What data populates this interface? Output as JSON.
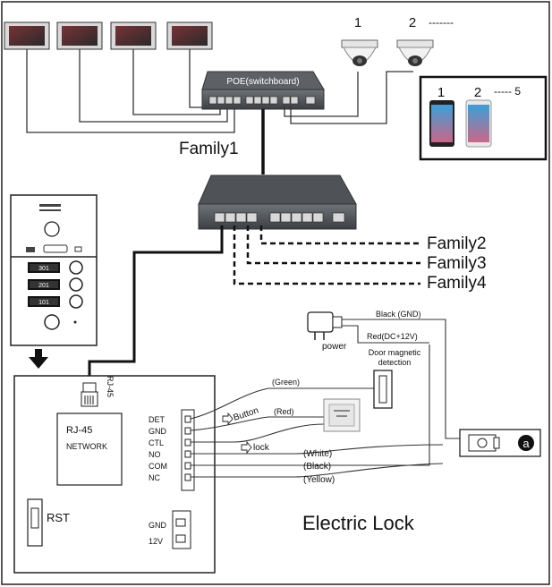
{
  "poe_switch": {
    "label": "POE(switchboard)"
  },
  "cameras": {
    "label_1": "1",
    "label_2": "2",
    "dashes": "-------"
  },
  "phones": {
    "label_1": "1",
    "label_2": "2",
    "range_end": "----- 5"
  },
  "families": {
    "family1": "Family1",
    "family2": "Family2",
    "family3": "Family3",
    "family4": "Family4"
  },
  "outdoor_panel": {
    "buttons": [
      "301",
      "201",
      "101"
    ]
  },
  "controller": {
    "rj45_side": "RJ-45",
    "rj45_box_title": "RJ-45",
    "rj45_box_sub": "NETWORK",
    "rst": "RST",
    "terminals": [
      "DET",
      "GND",
      "CTL",
      "NO",
      "COM",
      "NC"
    ],
    "power_terminals": [
      "GND",
      "12V"
    ]
  },
  "wiring": {
    "button": "Button",
    "lock": "lock",
    "green": "(Green)",
    "red": "(Red)",
    "white": "(White)",
    "black": "(Black)",
    "yellow": "(Yellow)",
    "power": "power",
    "black_gnd": "Black (GND)",
    "red_dc": "Red(DC+12V)",
    "door_detection_1": "Door magnetic",
    "door_detection_2": "detection",
    "lock_badge": "a"
  },
  "electric_lock_title": "Electric Lock"
}
